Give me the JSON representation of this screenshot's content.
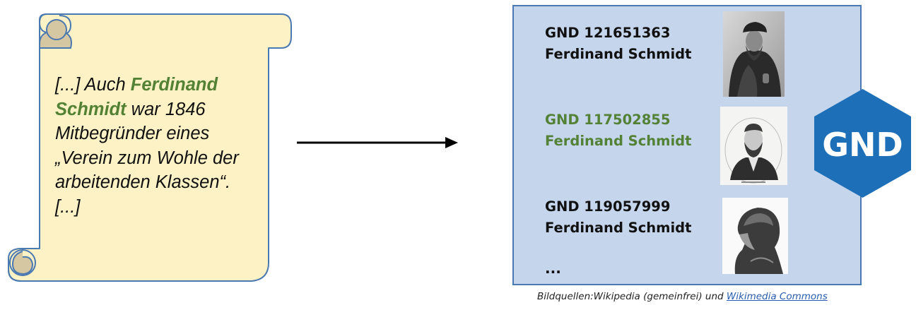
{
  "source_text": {
    "part1": "[...] Auch ",
    "highlight": "Ferdinand Schmidt",
    "part2": " war 1846 Mitbegründer eines „Verein zum Wohle der arbeitenden Klassen“. [...]"
  },
  "entries": [
    {
      "id": "GND 121651363",
      "name": "Ferdinand Schmidt",
      "highlighted": false
    },
    {
      "id": "GND 117502855",
      "name": "Ferdinand Schmidt",
      "highlighted": true
    },
    {
      "id": "GND 119057999",
      "name": "Ferdinand Schmidt",
      "highlighted": false
    }
  ],
  "more": "...",
  "logo_text": "GND",
  "caption": {
    "prefix": "Bildquellen:Wikipedia (gemeinfrei) und ",
    "link": "Wikimedia Commons"
  },
  "colors": {
    "highlight": "#538135",
    "panel_bg": "#c5d5ec",
    "panel_border": "#4a78b0",
    "scroll_fill": "#fdf2c5",
    "logo_blue": "#1d70b8"
  }
}
